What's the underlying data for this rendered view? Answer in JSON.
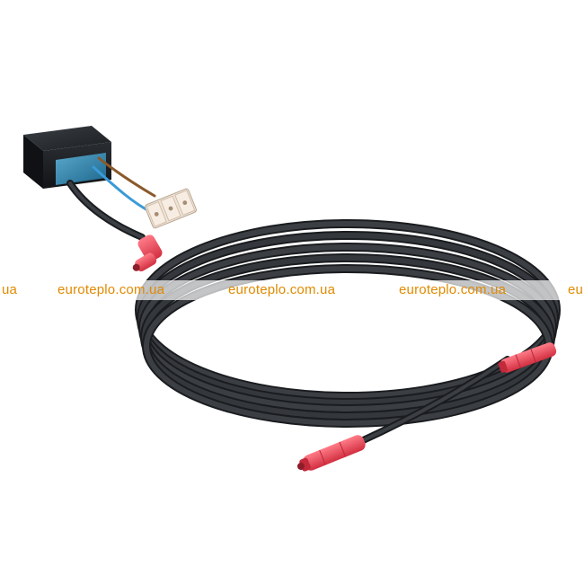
{
  "watermark": {
    "text": "euroteplo.com.ua",
    "edge_left": "ua",
    "edge_right": "eu",
    "color": "#e08a00"
  },
  "product": {
    "cable_color": "#2c2f33",
    "connector_color": "#e8404f",
    "power_unit_color": "#1e2226",
    "power_unit_accent": "#2f8bb8",
    "wire_brown": "#8a5a2b",
    "wire_blue": "#3a9ad9"
  }
}
